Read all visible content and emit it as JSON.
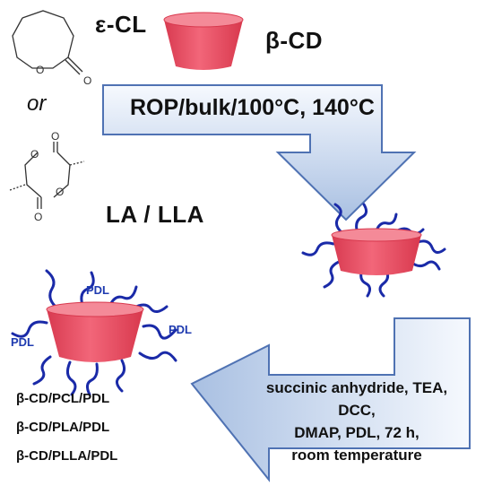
{
  "reactants": {
    "caprolactone_label": "ε-CL",
    "or_label": "or",
    "lactide_label": "LA / LLA",
    "cyclodextrin_label": "β-CD"
  },
  "step1": {
    "conditions": "ROP/bulk/100°C, 140°C"
  },
  "step2": {
    "line1": "succinic anhydride, TEA, DCC,",
    "line2": "DMAP, PDL, 72 h,",
    "line3": "room temperature"
  },
  "product": {
    "pdl_label": "PDL",
    "items": [
      "β-CD/PCL/PDL",
      "β-CD/PLA/PDL",
      "β-CD/PLLA/PDL"
    ]
  },
  "colors": {
    "cd_fill": "#ea4f62",
    "cd_top": "#f07484",
    "chain": "#1a2aa8",
    "arrow_fill": "#b7cbe6",
    "arrow_stroke": "#4f72b3",
    "pdl_text": "#1f3bb0"
  }
}
